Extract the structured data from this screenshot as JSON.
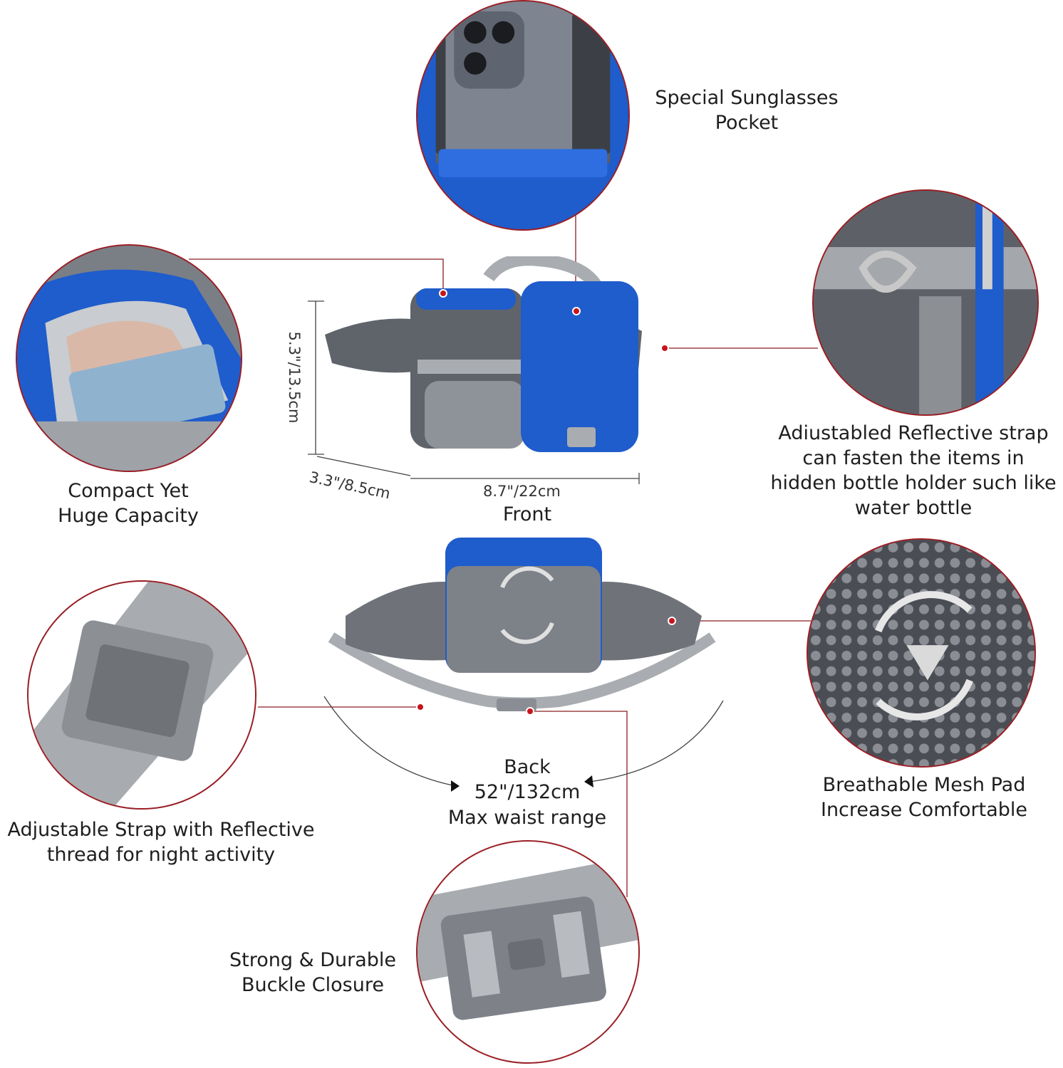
{
  "colors": {
    "accent": "#9b1d24",
    "bag_blue": "#1f5ccc",
    "bag_gray": "#5f646b",
    "strap_gray": "#a9acb0"
  },
  "features": {
    "sunglasses_pocket": {
      "line1": "Special Sunglasses",
      "line2": "Pocket",
      "icon": "phone-in-pocket"
    },
    "compact": {
      "line1": "Compact Yet",
      "line2": "Huge Capacity",
      "icon": "open-main-compartment"
    },
    "reflective_strap": {
      "line1": "Adiustabled Reflective strap",
      "line2": "can fasten the items in",
      "line3": "hidden bottle holder such like",
      "line4": "water bottle",
      "icon": "d-ring-strap"
    },
    "adjustable_strap": {
      "line1": "Adjustable Strap with Reflective",
      "line2": "thread for night activity",
      "icon": "strap-slider"
    },
    "mesh_pad": {
      "line1": "Breathable Mesh Pad",
      "line2": "Increase Comfortable",
      "icon": "mesh-airflow"
    },
    "buckle": {
      "line1": "Strong & Durable",
      "line2": "Buckle Closure",
      "icon": "buckle"
    }
  },
  "dimensions": {
    "height": "5.3\"/13.5cm",
    "depth": "3.3\"/8.5cm",
    "width": "8.7\"/22cm"
  },
  "views": {
    "front": "Front",
    "back": "Back"
  },
  "waist": {
    "value": "52\"/132cm",
    "caption": "Max waist range"
  }
}
